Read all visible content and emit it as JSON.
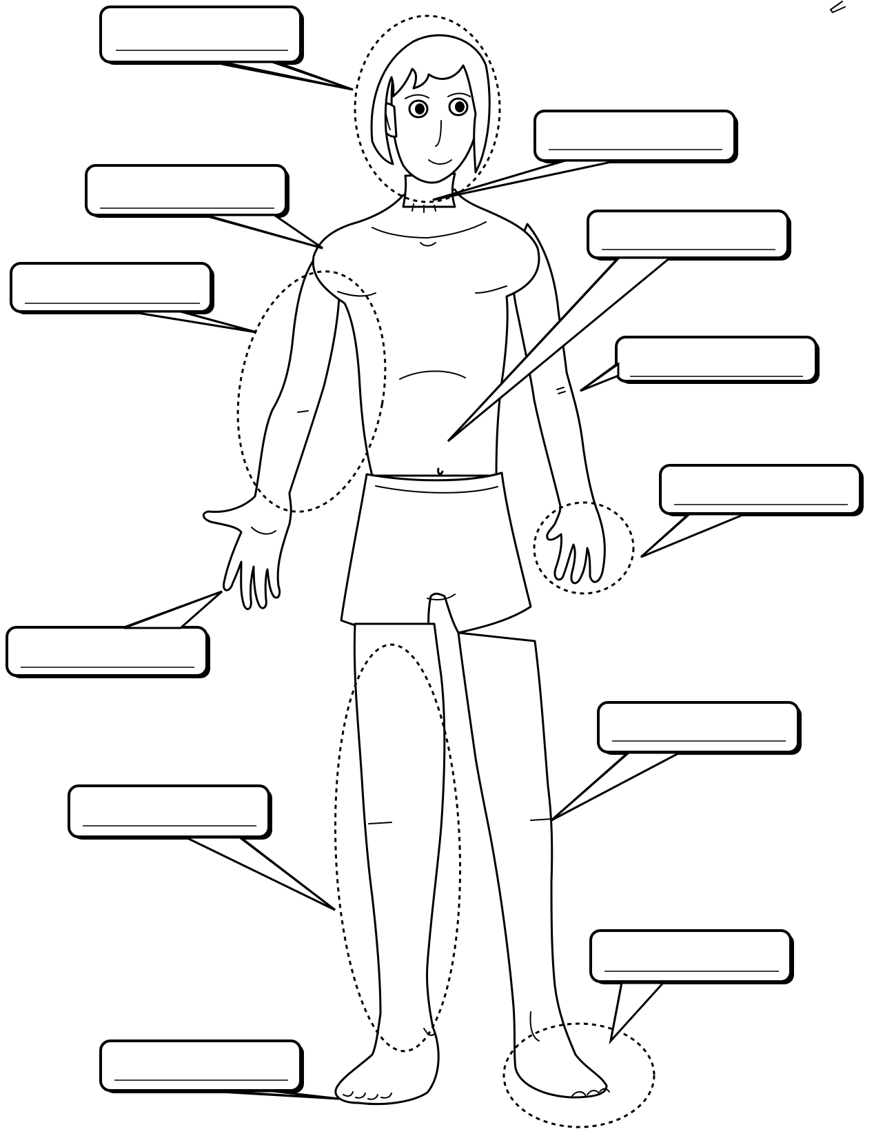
{
  "worksheet": {
    "label_boxes": [
      {
        "id": "head",
        "answer": ""
      },
      {
        "id": "neck",
        "answer": ""
      },
      {
        "id": "shoulder",
        "answer": ""
      },
      {
        "id": "arm",
        "answer": ""
      },
      {
        "id": "stomach",
        "answer": ""
      },
      {
        "id": "elbow",
        "answer": ""
      },
      {
        "id": "hand",
        "answer": ""
      },
      {
        "id": "fingers",
        "answer": ""
      },
      {
        "id": "knee",
        "answer": ""
      },
      {
        "id": "leg",
        "answer": ""
      },
      {
        "id": "foot",
        "answer": ""
      },
      {
        "id": "toes",
        "answer": ""
      }
    ]
  }
}
